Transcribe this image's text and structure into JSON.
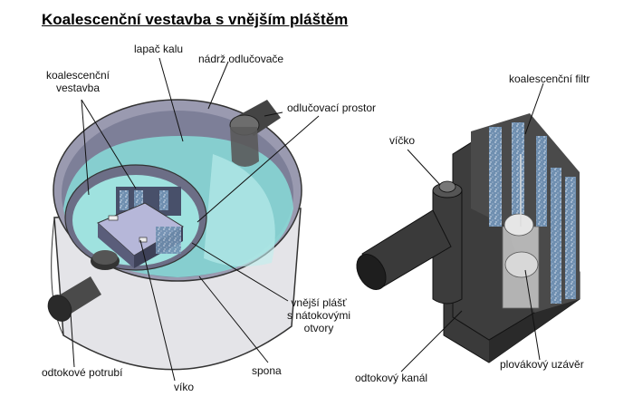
{
  "title": "Koalescenční vestavba s vnějším pláštěm",
  "labels": {
    "lapac_kalu": "lapač kalu",
    "nadrz": "nádrž odlučovače",
    "koal_vestavba_1": "koalescenční",
    "koal_vestavba_2": "vestavba",
    "odlucovaci_prostor": "odlučovací prostor",
    "vnejsi_plast_1": "vnější plášť",
    "vnejsi_plast_2": "s nátokovými",
    "vnejsi_plast_3": "otvory",
    "odtokove_potrubi": "odtokové potrubí",
    "viko_left": "víko",
    "spona": "spona",
    "viko_right": "víčko",
    "koal_filtr": "koalescenční filtr",
    "plovakovy_uzaver": "plovákový uzávěr",
    "odtokovy_kanal": "odtokový kanál"
  }
}
